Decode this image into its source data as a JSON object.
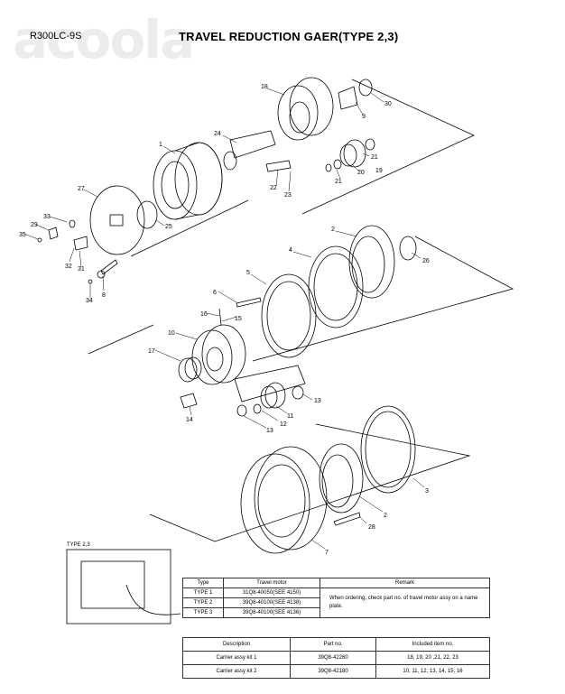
{
  "header": {
    "model": "R300LC-9S",
    "title": "TRAVEL REDUCTION GAER(TYPE 2,3)"
  },
  "watermark": "acoola",
  "inset_label": "TYPE 2,3",
  "part_numbers": {
    "p1": "1",
    "p2a": "2",
    "p2b": "2",
    "p3": "3",
    "p4": "4",
    "p5": "5",
    "p6": "6",
    "p7": "7",
    "p8": "8",
    "p9": "9",
    "p10": "10",
    "p11": "11",
    "p12": "12",
    "p13a": "13",
    "p13b": "13",
    "p14": "14",
    "p15": "15",
    "p16": "16",
    "p17": "17",
    "p18": "18",
    "p19": "19",
    "p20": "20",
    "p21a": "21",
    "p21b": "21",
    "p22": "22",
    "p23": "23",
    "p24": "24",
    "p25": "25",
    "p26": "26",
    "p27": "27",
    "p28": "28",
    "p29": "29",
    "p30": "30",
    "p31": "31",
    "p32": "32",
    "p33": "33",
    "p34": "34",
    "p35": "35"
  },
  "type_table": {
    "headers": [
      "Type",
      "Travel motor",
      "Remark"
    ],
    "rows": [
      {
        "type": "TYPE 1",
        "motor": "31Q8-40050(SEE 4150)"
      },
      {
        "type": "TYPE 2",
        "motor": "39Q8-40100(SEE 4138)"
      },
      {
        "type": "TYPE 3",
        "motor": "39Q8-40100(SEE 4136)"
      }
    ],
    "remark": "When ordering, check part no. of travel motor assy on a name plate."
  },
  "kit_table": {
    "headers": [
      "Description",
      "Part no.",
      "Included item no."
    ],
    "rows": [
      {
        "desc": "Carrier assy kit 1",
        "part": "39Q8-42260",
        "items": "18, 19, 20 ,21, 22, 23"
      },
      {
        "desc": "Carrier assy kit 2",
        "part": "39Q8-42180",
        "items": "10, 11, 12, 13, 14, 15, 16"
      }
    ]
  }
}
